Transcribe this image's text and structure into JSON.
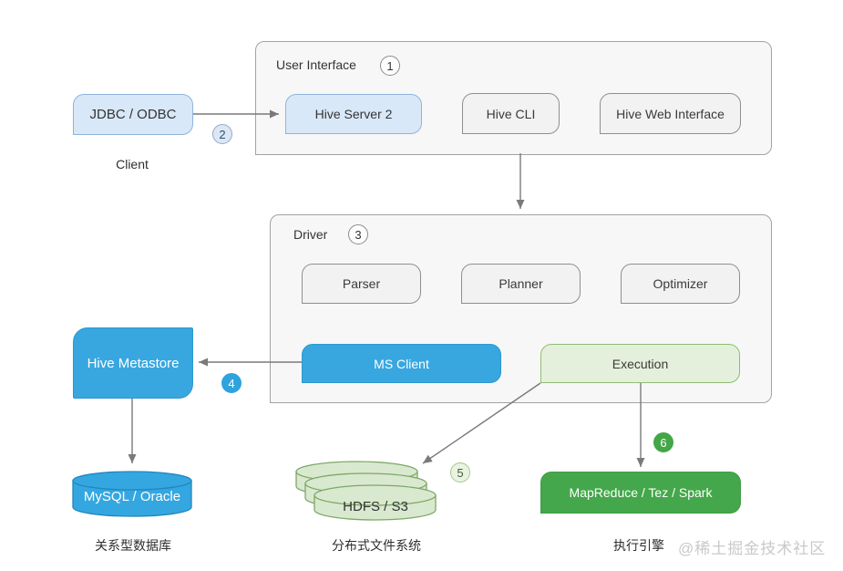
{
  "client": {
    "box": "JDBC / ODBC",
    "caption": "Client",
    "badge": "2"
  },
  "user_interface": {
    "title": "User Interface",
    "badge": "1",
    "hive_server2": "Hive Server 2",
    "hive_cli": "Hive CLI",
    "hive_web_interface": "Hive Web Interface"
  },
  "driver": {
    "title": "Driver",
    "badge": "3",
    "parser": "Parser",
    "planner": "Planner",
    "optimizer": "Optimizer",
    "ms_client": "MS Client",
    "execution": "Execution"
  },
  "metastore": {
    "box": "Hive Metastore",
    "badge": "4",
    "database": "MySQL / Oracle",
    "caption": "关系型数据库"
  },
  "storage": {
    "cylinder": "HDFS / S3",
    "badge": "5",
    "caption": "分布式文件系统"
  },
  "engine": {
    "box": "MapReduce / Tez / Spark",
    "badge": "6",
    "caption": "执行引擎"
  },
  "watermark": "@稀土掘金技术社区",
  "colors": {
    "solid_blue": "#38a7e0",
    "light_blue_fill": "#d9e8f8",
    "light_blue_border": "#8fb3dc",
    "solid_green": "#45a74b",
    "light_green_fill": "#e5f0dc",
    "light_green_border": "#8fbd72",
    "gray_fill": "#f2f2f2",
    "gray_border": "#8f8f8f",
    "container_fill": "#f7f7f7",
    "arrow": "#7a7a7a",
    "watermark_gray": "#c9c9c9"
  }
}
